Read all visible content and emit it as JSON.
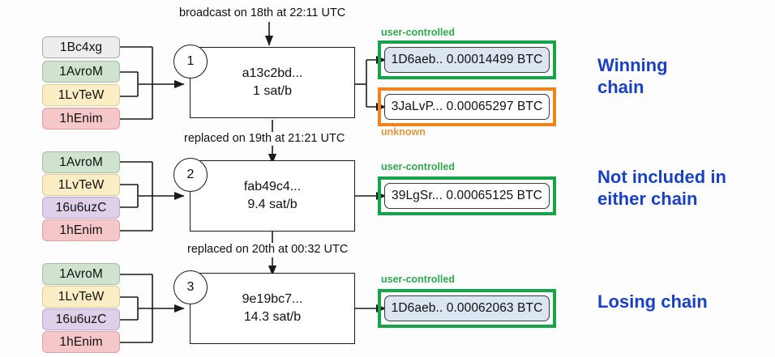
{
  "diagram": {
    "title": "Bitcoin RBF replacement chain diagram",
    "background": "#fdfdfd",
    "accent_blue": "#1a41c4",
    "green": "#16a34a",
    "orange": "#f0841b"
  },
  "rows": [
    {
      "number": "1",
      "time_label": "broadcast on 18th at 22:11 UTC",
      "txid": "a13c2bd...",
      "feerate": "1 sat/b",
      "inputs": [
        {
          "label": "1Bc4xg",
          "color": "grey"
        },
        {
          "label": "1AvroM",
          "color": "green"
        },
        {
          "label": "1LvTeW",
          "color": "yellow"
        },
        {
          "label": "1hEnim",
          "color": "pink"
        }
      ],
      "outputs": [
        {
          "address": "1D6aeb..",
          "amount": "0.00014499 BTC",
          "tag": "user-controlled",
          "tag_position": "above",
          "tag_color": "green",
          "frame_color": "green",
          "fill": "blue"
        },
        {
          "address": "3JaLvP...",
          "amount": "0.00065297 BTC",
          "tag": "unknown",
          "tag_position": "below",
          "tag_color": "orange",
          "frame_color": "orange",
          "fill": "white"
        }
      ],
      "annotation": "Winning\nchain"
    },
    {
      "number": "2",
      "time_label": "replaced on 19th at 21:21 UTC",
      "txid": "fab49c4...",
      "feerate": "9.4 sat/b",
      "inputs": [
        {
          "label": "1AvroM",
          "color": "green"
        },
        {
          "label": "1LvTeW",
          "color": "yellow"
        },
        {
          "label": "16u6uzC",
          "color": "purple"
        },
        {
          "label": "1hEnim",
          "color": "pink"
        }
      ],
      "outputs": [
        {
          "address": "39LgSr...",
          "amount": "0.00065125 BTC",
          "tag": "user-controlled",
          "tag_position": "above",
          "tag_color": "green",
          "frame_color": "green",
          "fill": "white"
        }
      ],
      "annotation": "Not included in\neither chain"
    },
    {
      "number": "3",
      "time_label": "replaced on 20th at 00:32 UTC",
      "txid": "9e19bc7...",
      "feerate": "14.3 sat/b",
      "inputs": [
        {
          "label": "1AvroM",
          "color": "green"
        },
        {
          "label": "1LvTeW",
          "color": "yellow"
        },
        {
          "label": "16u6uzC",
          "color": "purple"
        },
        {
          "label": "1hEnim",
          "color": "pink"
        }
      ],
      "outputs": [
        {
          "address": "1D6aeb..",
          "amount": "0.00062063 BTC",
          "tag": "user-controlled",
          "tag_position": "above",
          "tag_color": "green",
          "frame_color": "green",
          "fill": "blue"
        }
      ],
      "annotation": "Losing chain"
    }
  ]
}
